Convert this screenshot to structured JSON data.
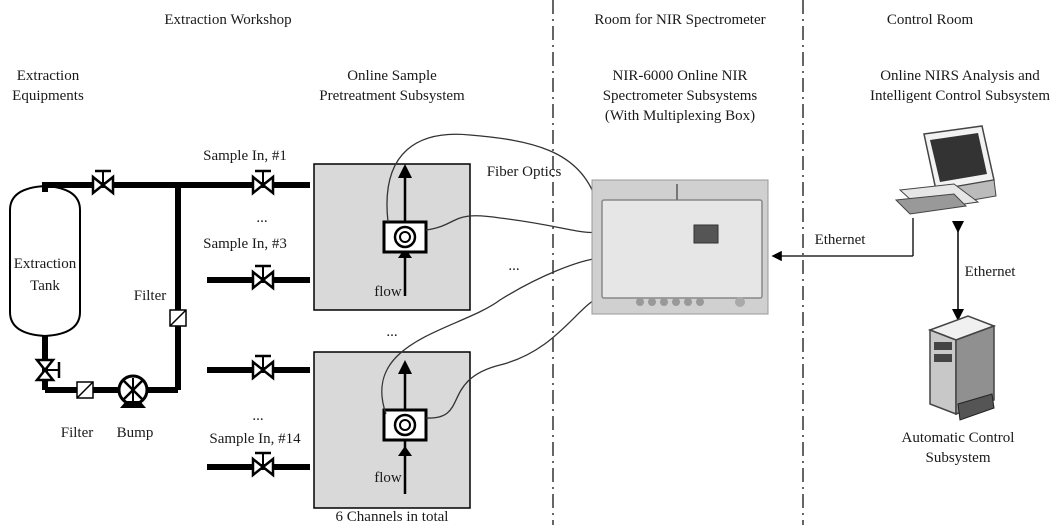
{
  "sections": {
    "workshop": "Extraction Workshop",
    "nir_room": "Room for NIR Spectrometer",
    "control_room": "Control Room"
  },
  "headers": {
    "extraction_equipments": [
      "Extraction",
      "Equipments"
    ],
    "pretreatment": [
      "Online Sample",
      "Pretreatment Subsystem"
    ],
    "spectrometer": [
      "NIR-6000 Online NIR",
      "Spectrometer Subsystems",
      "(With Multiplexing Box)"
    ],
    "analysis": [
      "Online NIRS Analysis and",
      "Intelligent Control Subsystem"
    ]
  },
  "labels": {
    "tank": [
      "Extraction",
      "Tank"
    ],
    "filter_vertical": "Filter",
    "filter_bottom": "Filter",
    "bump": "Bump",
    "sample_1": "Sample In, #1",
    "sample_3": "Sample In, #3",
    "sample_14": "Sample In, #14",
    "ellipsis": "...",
    "flow": "flow",
    "fiber_optics": "Fiber Optics",
    "ethernet_1": "Ethernet",
    "ethernet_2": "Ethernet",
    "auto_control": [
      "Automatic Control",
      "Subsystem"
    ],
    "channels": "6 Channels in total"
  },
  "colors": {
    "pipe": "#000000",
    "subsystem_box": "#d9d9d9",
    "spectrometer_bg": "#cfcfcf",
    "divider": "#333333"
  }
}
